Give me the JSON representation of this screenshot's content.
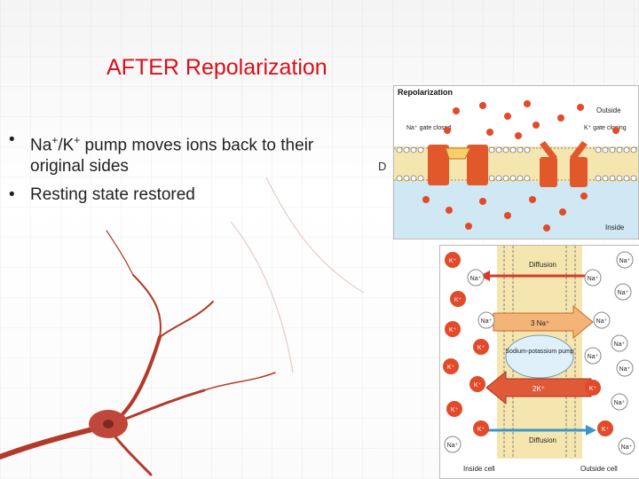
{
  "slide": {
    "title": "AFTER Repolarization",
    "bullets": [
      {
        "parts": [
          "Na",
          "+",
          "/K",
          "+",
          " pump moves ions back to their original sides"
        ]
      },
      {
        "text": "Resting state restored"
      }
    ],
    "edge_letter": "D"
  },
  "diagram_top": {
    "label": "Repolarization",
    "outside": "Outside",
    "inside": "Inside",
    "na_gate": "Na⁺ gate closed",
    "k_gate": "K⁺ gate closing"
  },
  "diagram_bottom": {
    "diffusion_top": "Diffusion",
    "diffusion_bottom": "Diffusion",
    "three_na": "3 Na⁺",
    "pump": "Sodium-potassium pump",
    "two_k": "2K⁺",
    "inside_cell": "Inside cell",
    "outside_cell": "Outside cell",
    "ions": {
      "k": "K⁺",
      "na": "Na⁺"
    }
  },
  "colors": {
    "title": "#d8101a",
    "ion": "#e24a2a",
    "membrane": "#f5e6b0",
    "inside_fluid": "#cfe8f4"
  }
}
